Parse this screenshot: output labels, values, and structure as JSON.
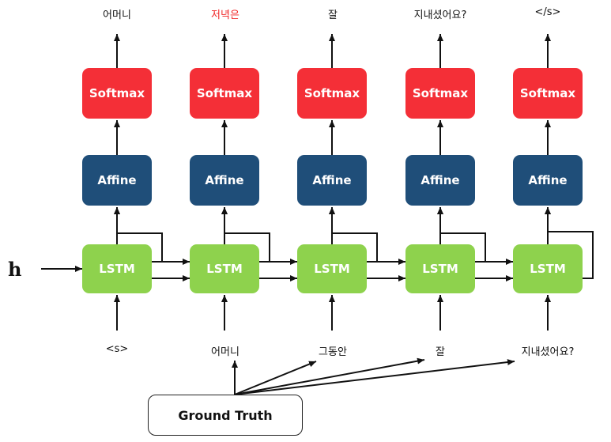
{
  "hidden_input": "h",
  "ground_truth_label": "Ground Truth",
  "steps": [
    {
      "output": "어머니",
      "output_color": "#111111",
      "softmax": "Softmax",
      "affine": "Affine",
      "lstm": "LSTM",
      "input": "<s>"
    },
    {
      "output": "저녁은",
      "output_color": "#f02626",
      "softmax": "Softmax",
      "affine": "Affine",
      "lstm": "LSTM",
      "input": "어머니"
    },
    {
      "output": "잘",
      "output_color": "#111111",
      "softmax": "Softmax",
      "affine": "Affine",
      "lstm": "LSTM",
      "input": "그동안"
    },
    {
      "output": "지내셨어요?",
      "output_color": "#111111",
      "softmax": "Softmax",
      "affine": "Affine",
      "lstm": "LSTM",
      "input": "잘"
    },
    {
      "output": "</s>",
      "output_color": "#111111",
      "softmax": "Softmax",
      "affine": "Affine",
      "lstm": "LSTM",
      "input": "지내셨어요?"
    }
  ],
  "colors": {
    "softmax": "#f42f37",
    "affine": "#1f4e79",
    "lstm": "#8ed24d",
    "highlight_text": "#f02626"
  }
}
